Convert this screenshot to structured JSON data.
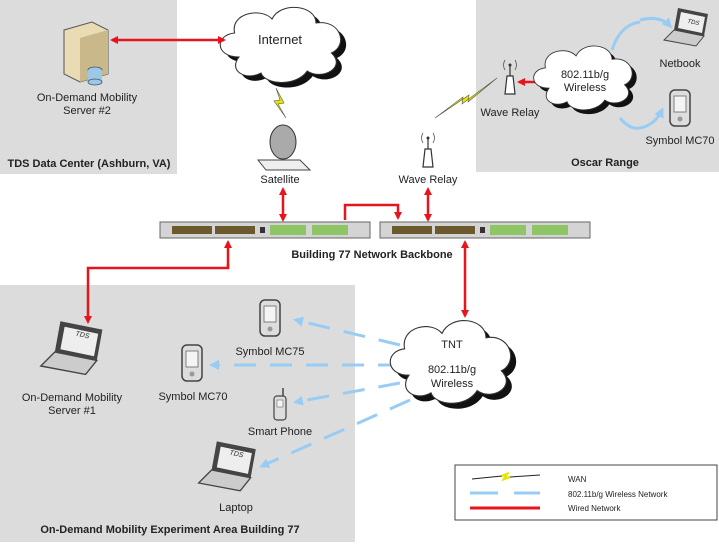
{
  "zones": {
    "datacenter": "TDS Data Center (Ashburn, VA)",
    "oscar": "Oscar Range",
    "experiment": "On-Demand Mobility Experiment Area Building 77"
  },
  "nodes": {
    "server2": [
      "On-Demand Mobility",
      "Server #2"
    ],
    "internet": "Internet",
    "satellite": "Satellite",
    "wave_relay_low": "Wave Relay",
    "wave_relay_high": "Wave Relay",
    "oscar_wireless": [
      "802.11b/g",
      "Wireless"
    ],
    "netbook": "Netbook",
    "netbook_screen": "TDS",
    "oscar_mc70": "Symbol MC70",
    "backbone": "Building 77 Network Backbone",
    "server1": [
      "On-Demand Mobility",
      "Server #1"
    ],
    "laptop_screen": "TDS",
    "mc75": "Symbol MC75",
    "mc70": "Symbol MC70",
    "smartphone": "Smart Phone",
    "laptop": "Laptop",
    "tnt": [
      "TNT",
      "802.11b/g",
      "Wireless"
    ]
  },
  "legend": {
    "wan": "WAN",
    "wireless": "802.11b/g Wireless Network",
    "wired": "Wired Network"
  },
  "colors": {
    "zone": "#dcdcdc",
    "wired": "#e8141b",
    "wireless": "#99ccf5",
    "wan": "#e6e600"
  }
}
